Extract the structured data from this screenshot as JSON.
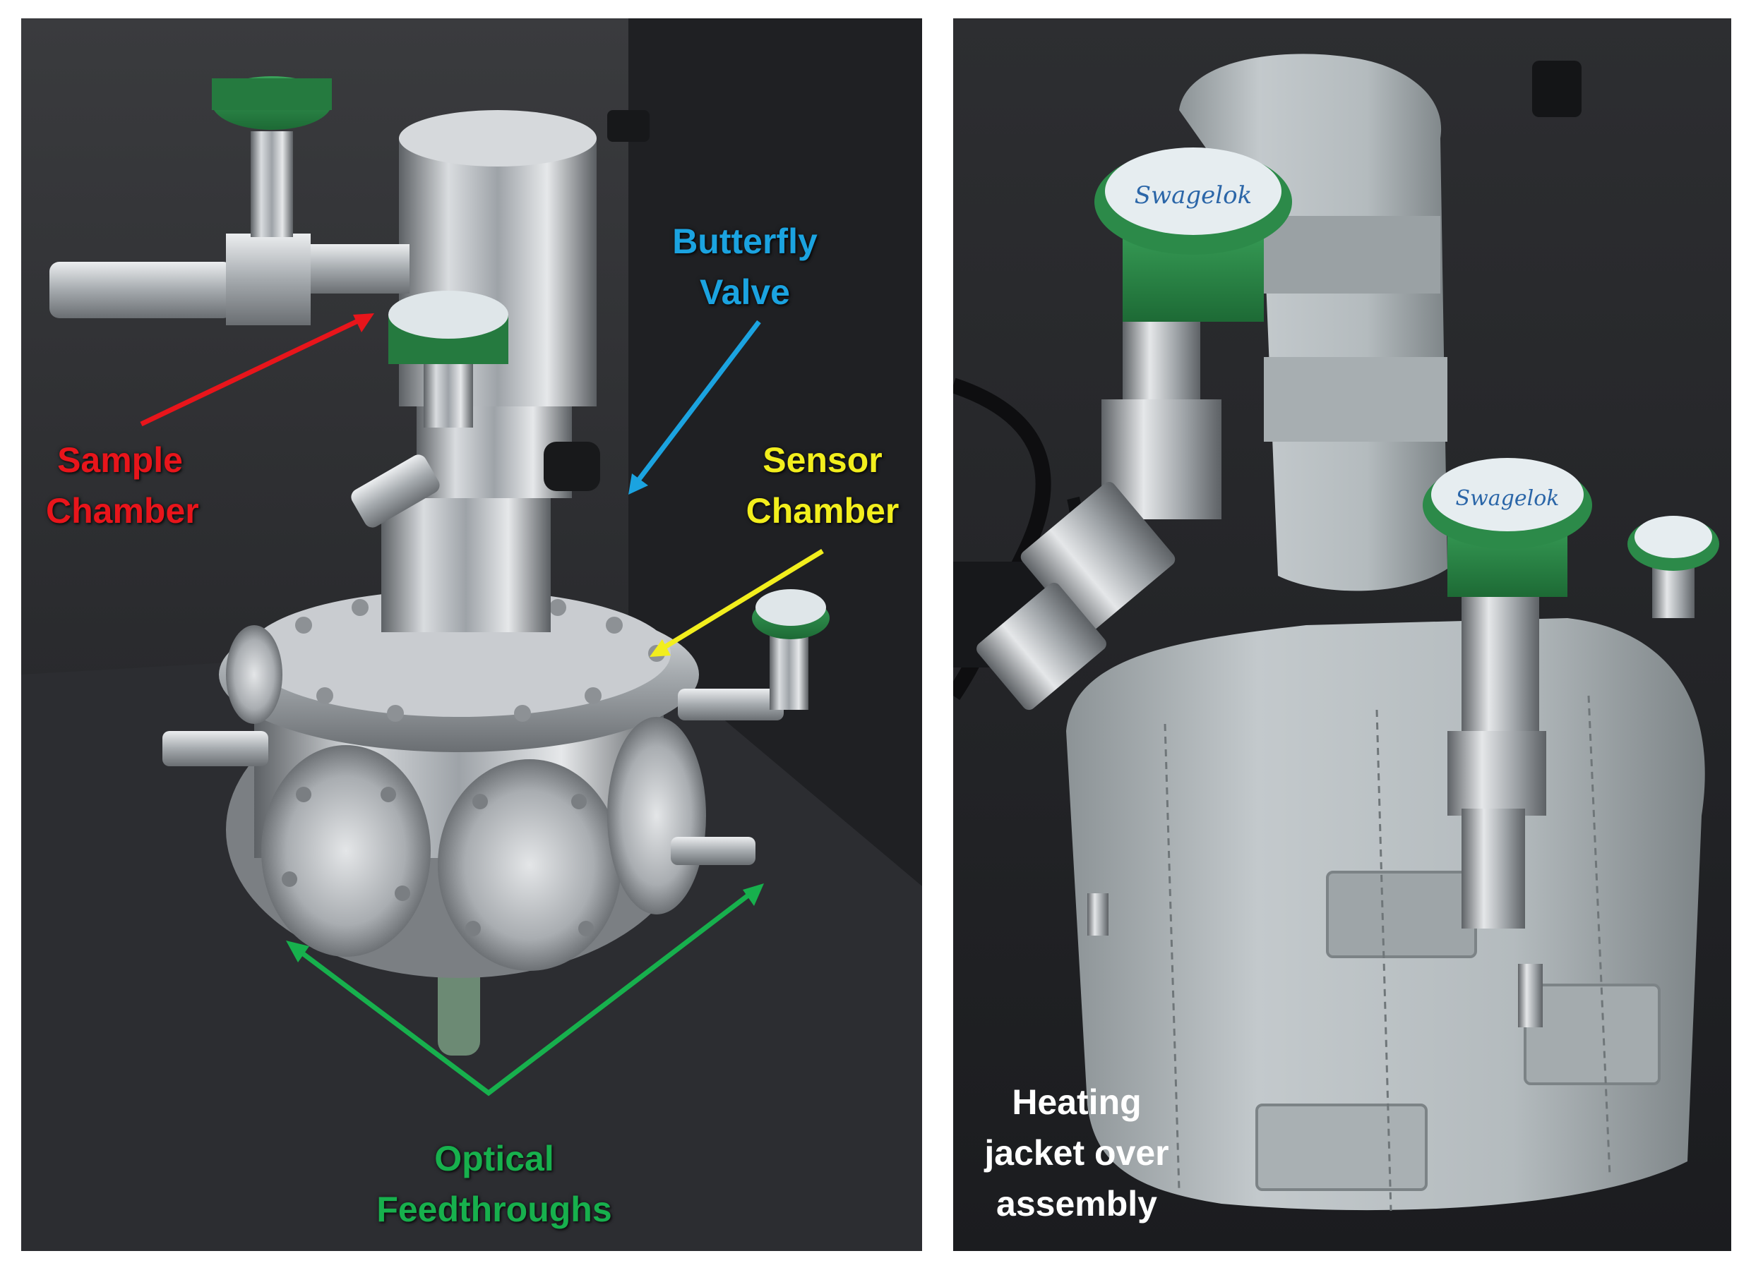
{
  "labels": {
    "sample_chamber": "Sample\nChamber",
    "butterfly_valve": "Butterfly\nValve",
    "sensor_chamber": "Sensor\nChamber",
    "optical_feedthroughs": "Optical\nFeedthroughs",
    "heating_jacket": "Heating\njacket over\nassembly"
  },
  "colors": {
    "sample_chamber": "#e8151b",
    "butterfly_valve": "#1ba3e0",
    "sensor_chamber": "#f2ee1d",
    "optical_feedthroughs": "#17b04d",
    "heating_jacket": "#ffffff"
  },
  "brand_text": "Swagelok"
}
